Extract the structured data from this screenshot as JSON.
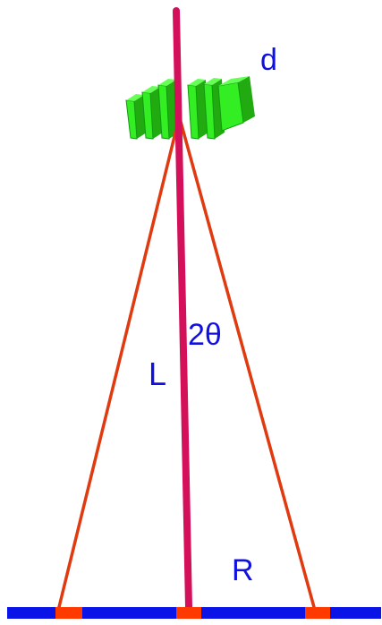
{
  "labels": {
    "d": "d",
    "two_theta": "2θ",
    "L": "L",
    "R": "R"
  },
  "colors": {
    "incident_beam": "#d4105a",
    "diffracted_rays": "#e03a10",
    "crystal_planes": "#22dd11",
    "crystal_planes_edge": "#119911",
    "detector": "#0a14e6",
    "spots": "#ff3a00",
    "label_text": "#1010e0"
  },
  "elements": {
    "crystal_plane_count": 6
  }
}
